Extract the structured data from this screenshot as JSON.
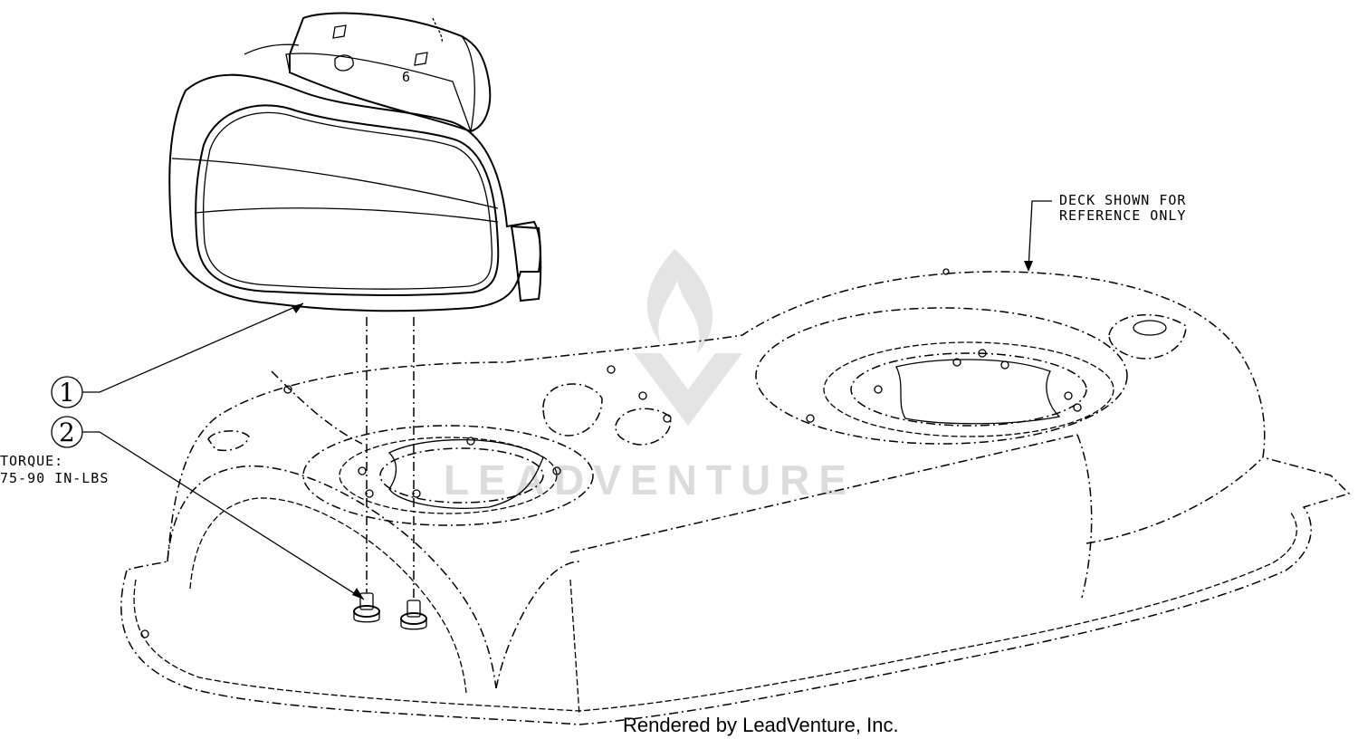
{
  "callouts": [
    {
      "number": "1"
    },
    {
      "number": "2"
    }
  ],
  "torque": {
    "title": "TORQUE:",
    "value": "75-90 IN-LBS"
  },
  "deck_note": {
    "line1": "DECK SHOWN FOR",
    "line2": "REFERENCE ONLY"
  },
  "part_mark": "6",
  "watermark_text": "LEADVENTURE",
  "footer": "Rendered by LeadVenture, Inc."
}
